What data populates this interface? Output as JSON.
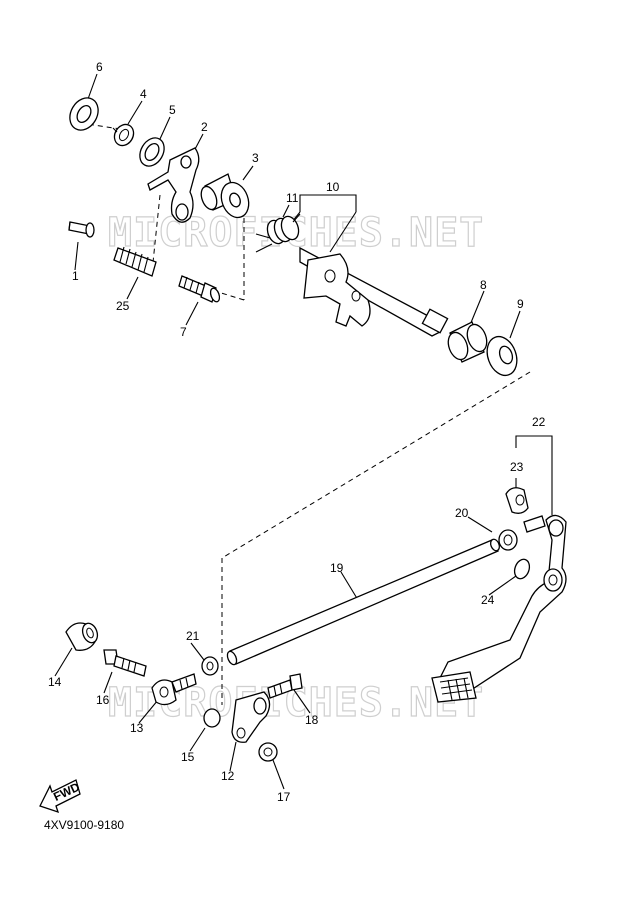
{
  "watermark": "MICROFICHES.NET",
  "diagram_code": "4XV9100-9180",
  "fwd_label": "FWD",
  "callouts": {
    "c1": "1",
    "c2": "2",
    "c3": "3",
    "c4": "4",
    "c5": "5",
    "c6": "6",
    "c7": "7",
    "c8": "8",
    "c9": "9",
    "c10": "10",
    "c11": "11",
    "c12": "12",
    "c13": "13",
    "c14": "14",
    "c15": "15",
    "c16": "16",
    "c17": "17",
    "c18": "18",
    "c19": "19",
    "c20": "20",
    "c21": "21",
    "c22": "22",
    "c23": "23",
    "c24": "24",
    "c25": "25"
  }
}
